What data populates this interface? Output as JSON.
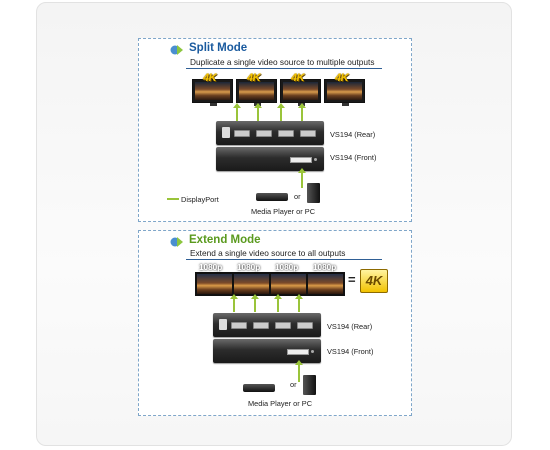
{
  "split": {
    "title": "Split Mode",
    "subtitle": "Duplicate a single video source to multiple outputs",
    "monitor_badges": [
      "4K",
      "4K",
      "4K",
      "4K"
    ],
    "rear_label": "VS194 (Rear)",
    "front_label": "VS194 (Front)",
    "legend_label": "DisplayPort",
    "or_label": "or",
    "source_label": "Media Player or PC",
    "title_color": "#1a5a9e"
  },
  "extend": {
    "title": "Extend Mode",
    "subtitle": "Extend a single video source to all outputs",
    "resolutions": [
      "1080p",
      "1080p",
      "1080p",
      "1080p"
    ],
    "equals": "=",
    "result_badge": "4K",
    "rear_label": "VS194 (Rear)",
    "front_label": "VS194 (Front)",
    "or_label": "or",
    "source_label": "Media Player or PC",
    "title_color": "#5a9a1e"
  },
  "colors": {
    "arrow": "#9ac43a",
    "panel_border": "#7fa6c9",
    "rule": "#2f5f95"
  }
}
